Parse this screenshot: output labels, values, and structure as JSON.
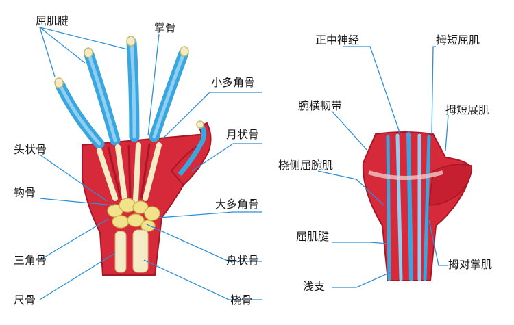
{
  "colors": {
    "leader": "#2f8fd8",
    "muscle": "#d6293a",
    "muscle_dark": "#a81726",
    "tendon_blue": "#3aa6df",
    "tendon_light": "#8fd0f2",
    "bone": "#f3ecc7",
    "carpal": "#f2e28c"
  },
  "labels": {
    "flexor_tendon": "屈肌腱",
    "metacarpal": "掌骨",
    "trapezoid": "小多角骨",
    "lunate": "月状骨",
    "capitate": "头状骨",
    "hamate": "钩骨",
    "trapezium": "大多角骨",
    "triquetrum": "三角骨",
    "scaphoid": "舟状骨",
    "ulna": "尺骨",
    "radius": "桡骨",
    "median_nerve": "正中神经",
    "fpb": "拇短屈肌",
    "transverse_ligament": "腕横韧带",
    "apb": "拇短展肌",
    "fcr": "桡侧屈腕肌",
    "flexor_tendon_2": "屈肌腱",
    "superficial_branch": "浅支",
    "opponens": "拇对掌肌"
  }
}
